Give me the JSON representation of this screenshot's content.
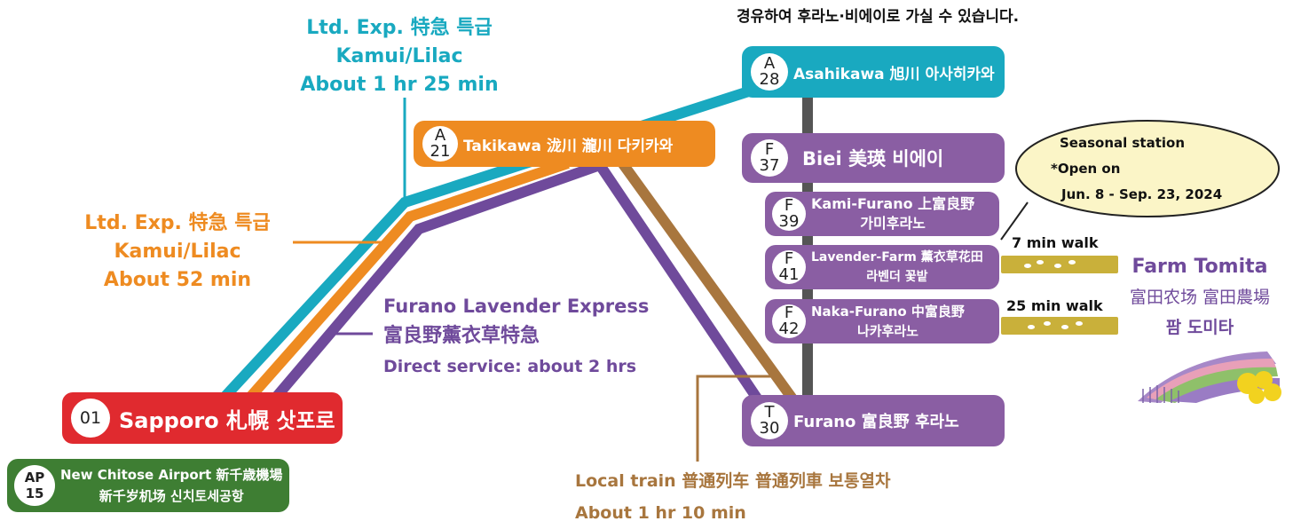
{
  "colors": {
    "teal": "#19a9c0",
    "orange": "#ee8b21",
    "purple": "#6f4a9b",
    "brown": "#a8763e",
    "red": "#e02a2f",
    "green": "#3e7e33",
    "station_purple": "#8a5ea3",
    "gray_line": "#555555",
    "bubble": "#fbf5c7",
    "path_gold": "#c9b03a"
  },
  "header_note": "경유하여 후라노·비에이로 가실 수 있습니다.",
  "route_labels": {
    "teal": {
      "line1": "Ltd. Exp. 特急 특급",
      "line2": "Kamui/Lilac",
      "line3": "About 1 hr 25 min"
    },
    "orange": {
      "line1": "Ltd. Exp. 特急 특급",
      "line2": "Kamui/Lilac",
      "line3": "About 52 min"
    },
    "purple": {
      "line1": "Furano Lavender Express",
      "line2": "富良野薰衣草特急",
      "line3": "Direct service: about 2 hrs"
    },
    "local": {
      "line1": "Local train 普通列车 普通列車 보통열차",
      "line2": "About 1 hr 10 min"
    }
  },
  "stations": {
    "sapporo": {
      "code": "01",
      "name": "Sapporo 札幌 삿포로"
    },
    "new_chitose": {
      "code_line": "AP",
      "code_num": "15",
      "name1": "New Chitose Airport  新千歳機場",
      "name2": "新千岁机场   신치토세공항"
    },
    "takikawa": {
      "code_line": "A",
      "code_num": "21",
      "name": "Takikawa 泷川 瀧川 다키카와"
    },
    "asahikawa": {
      "code_line": "A",
      "code_num": "28",
      "name": "Asahikawa 旭川 아사히카와"
    },
    "biei": {
      "code_line": "F",
      "code_num": "37",
      "name": "Biei 美瑛 비에이"
    },
    "kami_furano": {
      "code_line": "F",
      "code_num": "39",
      "name1": "Kami-Furano 上富良野",
      "name2": "가미후라노"
    },
    "lavender_farm": {
      "code_line": "F",
      "code_num": "41",
      "name1": "Lavender-Farm 薰衣草花田",
      "name2": "라벤더 꽃밭"
    },
    "naka_furano": {
      "code_line": "F",
      "code_num": "42",
      "name1": "Naka-Furano 中富良野",
      "name2": "나카후라노"
    },
    "furano": {
      "code_line": "T",
      "code_num": "30",
      "name": "Furano 富良野 후라노"
    }
  },
  "bubble": {
    "line1": "Seasonal station",
    "line2": "*Open on",
    "line3": "Jun. 8 - Sep. 23, 2024"
  },
  "walks": {
    "seven": "7 min walk",
    "twentyfive": "25 min walk"
  },
  "farm": {
    "name": "Farm Tomita",
    "zh": "富田农场 富田農場",
    "ko": "팜 도미타"
  }
}
